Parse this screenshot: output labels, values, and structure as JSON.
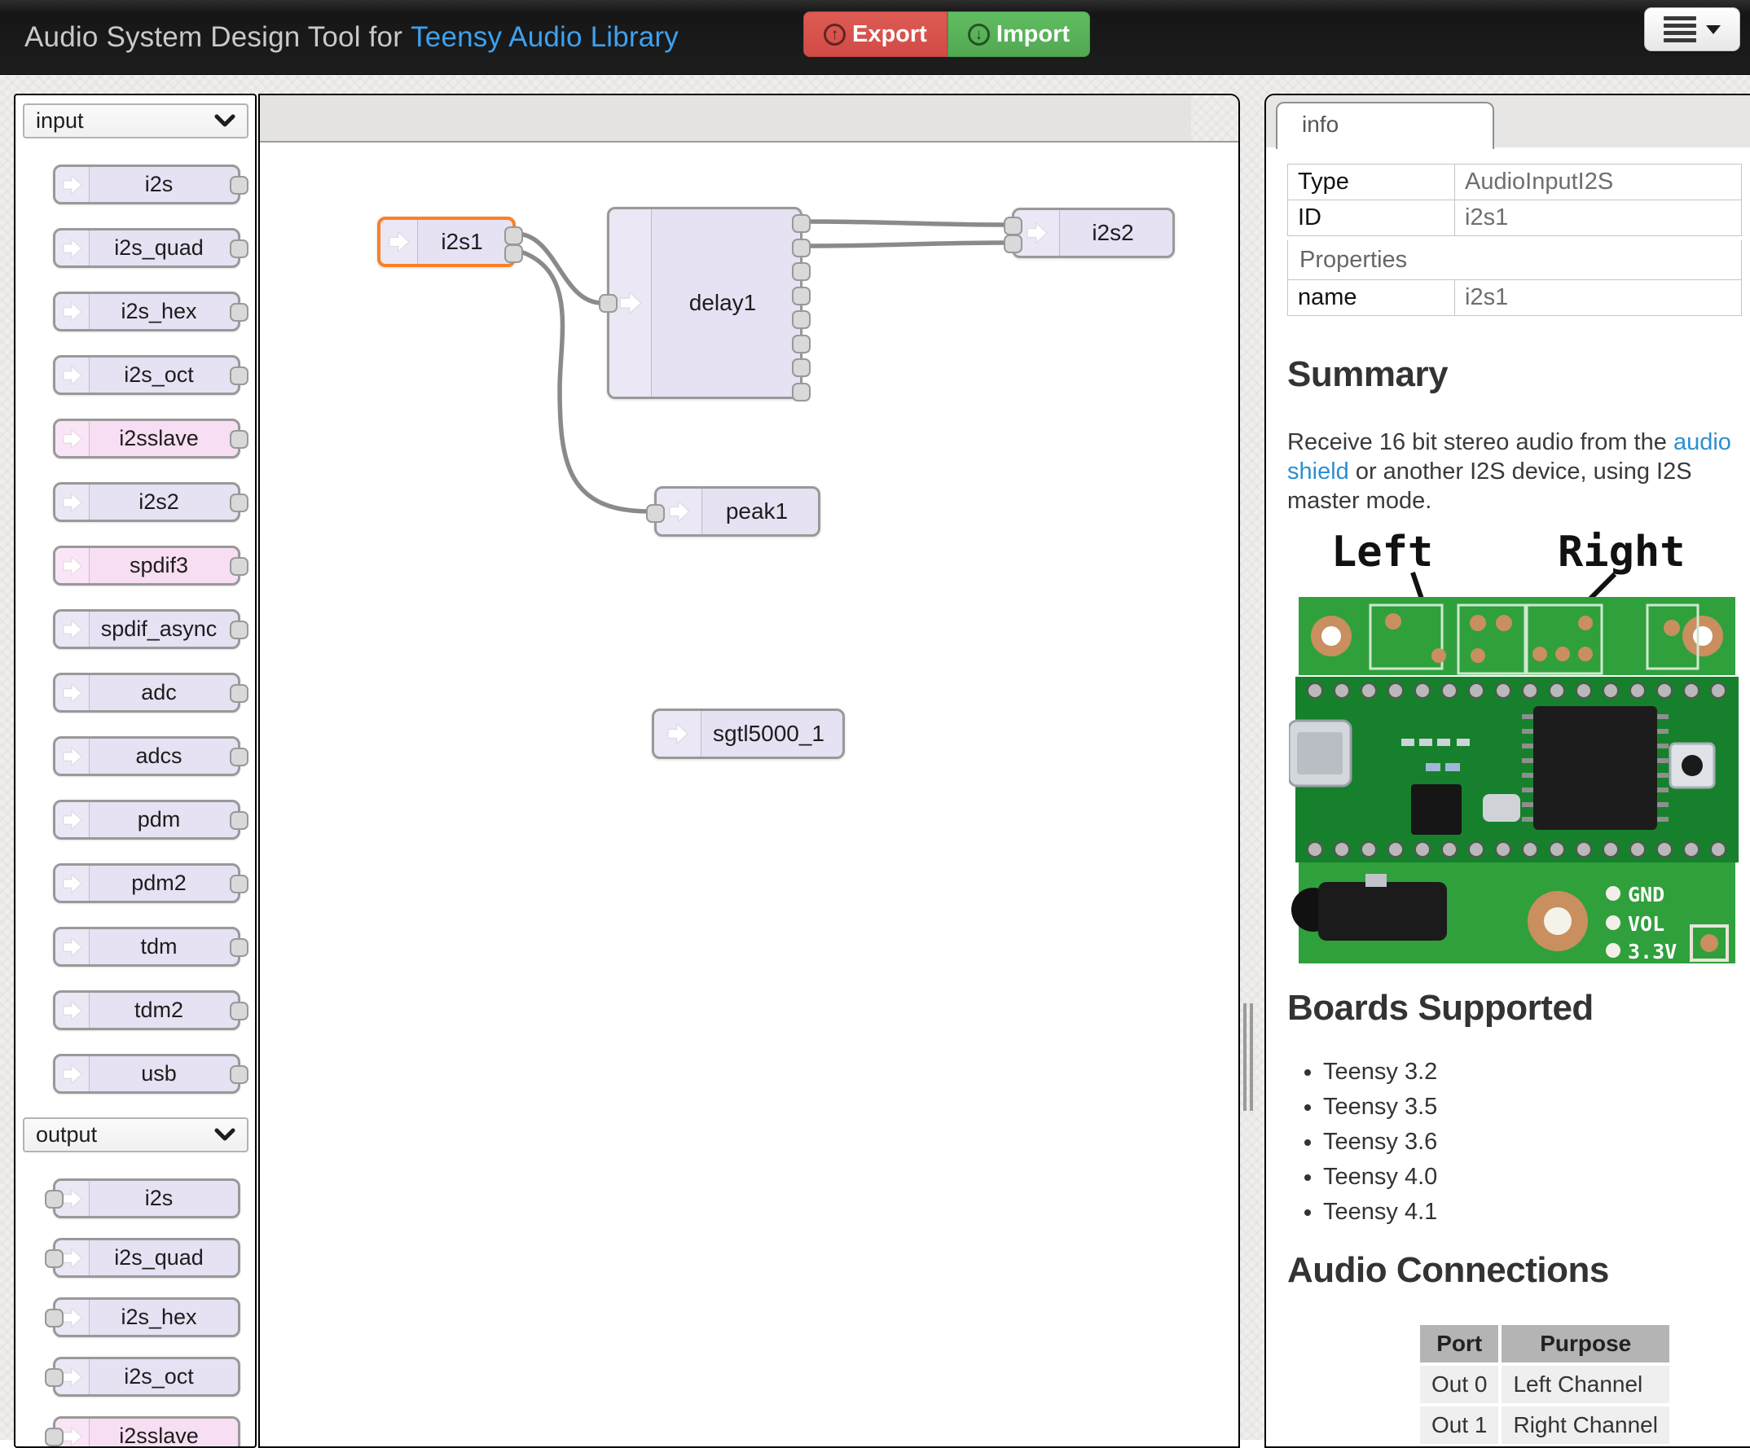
{
  "header": {
    "title_prefix": "Audio System Design Tool for",
    "title_link": "Teensy Audio Library",
    "export_label": "Export",
    "import_label": "Import",
    "export_icon_glyph": "↑",
    "import_icon_glyph": "↓"
  },
  "palette": {
    "input": {
      "label": "input",
      "items": [
        {
          "label": "i2s"
        },
        {
          "label": "i2s_quad"
        },
        {
          "label": "i2s_hex"
        },
        {
          "label": "i2s_oct"
        },
        {
          "label": "i2sslave",
          "variant": "pink"
        },
        {
          "label": "i2s2"
        },
        {
          "label": "spdif3",
          "variant": "pink"
        },
        {
          "label": "spdif_async"
        },
        {
          "label": "adc"
        },
        {
          "label": "adcs"
        },
        {
          "label": "pdm"
        },
        {
          "label": "pdm2"
        },
        {
          "label": "tdm"
        },
        {
          "label": "tdm2"
        },
        {
          "label": "usb"
        }
      ]
    },
    "output": {
      "label": "output",
      "items": [
        {
          "label": "i2s"
        },
        {
          "label": "i2s_quad"
        },
        {
          "label": "i2s_hex"
        },
        {
          "label": "i2s_oct"
        },
        {
          "label": "i2sslave",
          "variant": "pink"
        }
      ]
    }
  },
  "canvas": {
    "nodes": [
      {
        "label": "i2s1",
        "selected": true
      },
      {
        "label": "delay1"
      },
      {
        "label": "peak1"
      },
      {
        "label": "i2s2"
      },
      {
        "label": "sgtl5000_1"
      }
    ]
  },
  "info": {
    "tab_label": "info",
    "rows": [
      {
        "label": "Type",
        "value": "AudioInputI2S"
      },
      {
        "label": "ID",
        "value": "i2s1"
      }
    ],
    "properties_label": "Properties",
    "property_rows": [
      {
        "label": "name",
        "value": "i2s1"
      }
    ],
    "summary_heading": "Summary",
    "summary_text_1": "Receive 16 bit stereo audio from the ",
    "summary_link": "audio shield",
    "summary_text_2": " or another I2S device, using I2S master mode.",
    "board_figure": {
      "label_left": "Left",
      "label_right": "Right",
      "label_gnd": "GND",
      "label_vol": "VOL",
      "label_33v": "3.3V"
    },
    "boards_heading": "Boards Supported",
    "boards": [
      "Teensy 3.2",
      "Teensy 3.5",
      "Teensy 3.6",
      "Teensy 4.0",
      "Teensy 4.1"
    ],
    "connections_heading": "Audio Connections",
    "connections_table": {
      "headers": [
        "Port",
        "Purpose"
      ],
      "rows": [
        {
          "port": "Out 0",
          "purpose": "Left Channel"
        },
        {
          "port": "Out 1",
          "purpose": "Right Channel"
        }
      ]
    }
  },
  "colors": {
    "node_fill": "#e6e1f3",
    "node_fill_pink": "#f8def2",
    "node_border": "#999999",
    "selected_border": "#fb8026",
    "wire": "#8a8a8a",
    "export_red": "#d14b45",
    "import_green": "#51a851",
    "header_link_blue": "#3ea1ef",
    "body_link_blue": "#2b8fd0",
    "pcb_green": "#2fa03c"
  }
}
